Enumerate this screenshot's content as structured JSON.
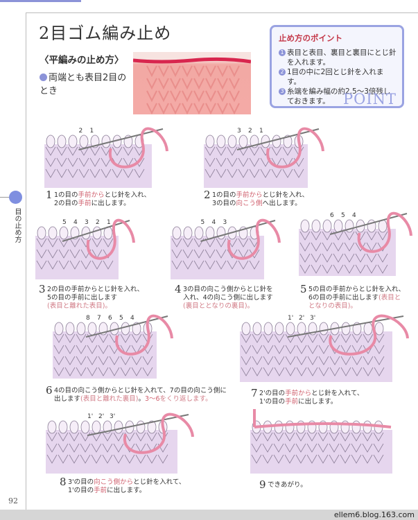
{
  "title": "2目ゴム編み止め",
  "subtitle": "〈平編みの止め方〉",
  "note": "両端とも表目2目のとき",
  "side_label": "目の止め方",
  "colors": {
    "accent": "#8c93d8",
    "yarn": "#e88aa6",
    "fabric": "#e6d6ee",
    "highlight": "#d0606e",
    "point_title": "#c4394a"
  },
  "point": {
    "heading": "止め方のポイント",
    "items": [
      {
        "n": "1",
        "text": "表目と表目、裏目と裏目にとじ針を入れます。"
      },
      {
        "n": "2",
        "text": "1目の中に2回とじ針を入れます。"
      },
      {
        "n": "3",
        "text": "糸端を編み幅の約2.5〜3倍残しておきます。"
      }
    ],
    "logo": "POINT"
  },
  "steps": [
    {
      "n": "1",
      "labels": [
        "2",
        "1"
      ],
      "lines": [
        [
          {
            "t": "1の目の"
          },
          {
            "t": "手前",
            "c": "hl"
          },
          {
            "t": "から",
            "c": "hl"
          },
          {
            "t": "とじ針を入れ、"
          }
        ],
        [
          {
            "t": "2の目の"
          },
          {
            "t": "手前",
            "c": "hl"
          },
          {
            "t": "に出します。"
          }
        ]
      ]
    },
    {
      "n": "2",
      "labels": [
        "3",
        "2",
        "1"
      ],
      "lines": [
        [
          {
            "t": "1の目の"
          },
          {
            "t": "手前から",
            "c": "hl"
          },
          {
            "t": "とじ針を入れ、"
          }
        ],
        [
          {
            "t": "3の目の"
          },
          {
            "t": "向こう側",
            "c": "hl"
          },
          {
            "t": "へ出します。"
          }
        ]
      ]
    },
    {
      "n": "3",
      "labels": [
        "5",
        "4",
        "3",
        "2",
        "1"
      ],
      "lines": [
        [
          {
            "t": "2の目の手前からとじ針を入れ、"
          }
        ],
        [
          {
            "t": "5の目の手前に出します"
          }
        ],
        [
          {
            "t": "(表目と離れた表目)。",
            "c": "pale"
          }
        ]
      ]
    },
    {
      "n": "4",
      "labels": [
        "5",
        "4",
        "3"
      ],
      "lines": [
        [
          {
            "t": "3の目の向こう側からとじ針を"
          }
        ],
        [
          {
            "t": "入れ、4の向こう側に出します"
          }
        ],
        [
          {
            "t": "(裏目ととなりの裏目)。",
            "c": "pale"
          }
        ]
      ]
    },
    {
      "n": "5",
      "labels": [
        "6",
        "5",
        "4"
      ],
      "lines": [
        [
          {
            "t": "5の目の手前からとじ針を入れ、"
          }
        ],
        [
          {
            "t": "6の目の手前に出します"
          },
          {
            "t": "(表目と",
            "c": "pale"
          }
        ],
        [
          {
            "t": "となりの表目)。",
            "c": "pale"
          }
        ]
      ]
    },
    {
      "n": "6",
      "labels": [
        "8",
        "7",
        "6",
        "5",
        "4"
      ],
      "lines": [
        [
          {
            "t": "4の目の向こう側からとじ針を入れて、7の目の向こう側に"
          }
        ],
        [
          {
            "t": "出します"
          },
          {
            "t": "(表目と離れた裏目)",
            "c": "pale"
          },
          {
            "t": "。"
          },
          {
            "t": "3〜6",
            "c": "hl"
          },
          {
            "t": "をくり返します。",
            "c": "pale"
          }
        ]
      ]
    },
    {
      "n": "7",
      "labels": [
        "1'",
        "2'",
        "3'"
      ],
      "lines": [
        [
          {
            "t": "2'の目の"
          },
          {
            "t": "手前から",
            "c": "hl"
          },
          {
            "t": "とじ針を入れて、"
          }
        ],
        [
          {
            "t": "1'の目の"
          },
          {
            "t": "手前",
            "c": "hl"
          },
          {
            "t": "に出します。"
          }
        ]
      ]
    },
    {
      "n": "8",
      "labels": [
        "1'",
        "2'",
        "3'"
      ],
      "lines": [
        [
          {
            "t": "3'の目の"
          },
          {
            "t": "向こう側から",
            "c": "hl"
          },
          {
            "t": "とじ針を入れて、"
          }
        ],
        [
          {
            "t": "1'の目の"
          },
          {
            "t": "手前",
            "c": "hl"
          },
          {
            "t": "に出します。"
          }
        ]
      ]
    },
    {
      "n": "9",
      "labels": [],
      "lines": [
        [
          {
            "t": "できあがり。"
          }
        ]
      ]
    }
  ],
  "page_number": "92",
  "watermark": "ellem6.blog.163.com"
}
